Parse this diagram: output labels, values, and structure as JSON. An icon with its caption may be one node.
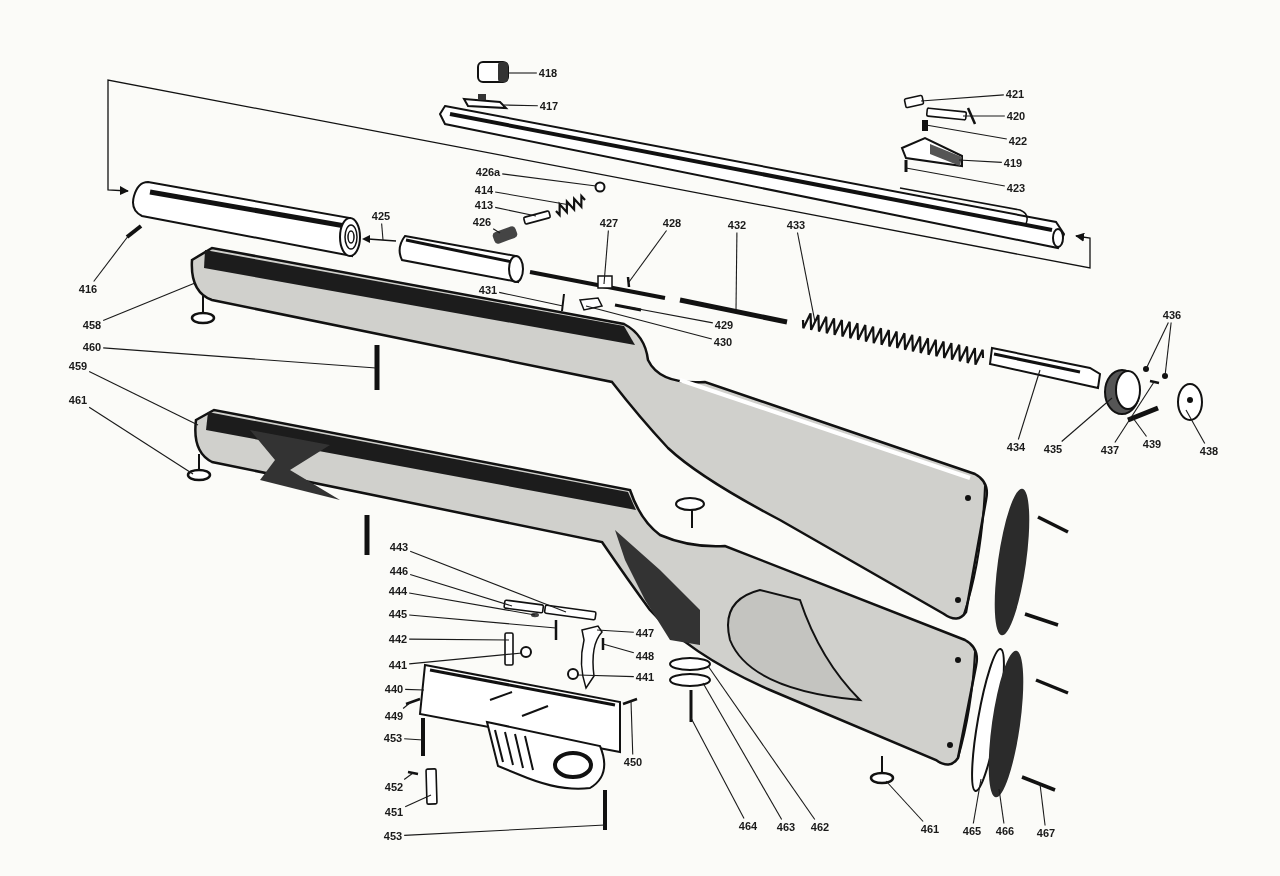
{
  "diagram": {
    "nodes": [
      {
        "text": [
          "418"
        ]
      },
      {
        "text": [
          "417"
        ]
      },
      {
        "text": [
          "421"
        ]
      },
      {
        "text": [
          "420"
        ]
      },
      {
        "text": [
          "422"
        ]
      },
      {
        "text": [
          "419"
        ]
      },
      {
        "text": [
          "426a"
        ]
      },
      {
        "text": [
          "423"
        ]
      },
      {
        "text": [
          "414"
        ]
      },
      {
        "text": [
          "413"
        ]
      },
      {
        "text": [
          "425"
        ]
      },
      {
        "text": [
          "426"
        ]
      },
      {
        "text": [
          "427"
        ]
      },
      {
        "text": [
          "428"
        ]
      },
      {
        "text": [
          "432"
        ]
      },
      {
        "text": [
          "433"
        ]
      },
      {
        "text": [
          "416"
        ]
      },
      {
        "text": [
          "431"
        ]
      },
      {
        "text": [
          "436"
        ]
      },
      {
        "text": [
          "429"
        ]
      },
      {
        "text": [
          "458"
        ]
      },
      {
        "text": [
          "430"
        ]
      },
      {
        "text": [
          "460"
        ]
      },
      {
        "text": [
          "459"
        ]
      },
      {
        "text": [
          "461"
        ]
      },
      {
        "text": [
          "434"
        ]
      },
      {
        "text": [
          "435"
        ]
      },
      {
        "text": [
          "437"
        ]
      },
      {
        "text": [
          "439"
        ]
      },
      {
        "text": [
          "438"
        ]
      },
      {
        "text": [
          "443"
        ]
      },
      {
        "text": [
          "446"
        ]
      },
      {
        "text": [
          "444"
        ]
      },
      {
        "text": [
          "445"
        ]
      },
      {
        "text": [
          "447"
        ]
      },
      {
        "text": [
          "442"
        ]
      },
      {
        "text": [
          "448"
        ]
      },
      {
        "text": [
          "441"
        ]
      },
      {
        "text": [
          "441"
        ]
      },
      {
        "text": [
          "440"
        ]
      },
      {
        "text": [
          "449"
        ]
      },
      {
        "text": [
          "453"
        ]
      },
      {
        "text": [
          "450"
        ]
      },
      {
        "text": [
          "452"
        ]
      },
      {
        "text": [
          "451"
        ]
      },
      {
        "text": [
          "464"
        ]
      },
      {
        "text": [
          "463"
        ]
      },
      {
        "text": [
          "462"
        ]
      },
      {
        "text": [
          "461"
        ]
      },
      {
        "text": [
          "465"
        ]
      },
      {
        "text": [
          "466"
        ]
      },
      {
        "text": [
          "467"
        ]
      },
      {
        "text": [
          "453"
        ]
      },
      {
        "text": [],
        "shape": "circle"
      },
      {
        "text": [],
        "shape": "cylinder"
      },
      {
        "text": [],
        "shape": "bar"
      },
      {
        "text": [],
        "shape": "bar"
      },
      {
        "text": [],
        "shape": "picture"
      },
      {
        "text": [],
        "shape": "picture"
      },
      {
        "text": [],
        "shape": "box"
      },
      {
        "text": [],
        "shape": "box"
      },
      {
        "text": [],
        "shape": "bar"
      },
      {
        "text": [],
        "shape": "picture"
      },
      {
        "text": [],
        "shape": "bar"
      },
      {
        "text": [],
        "shape": "box"
      },
      {
        "text": [],
        "shape": "picture"
      },
      {
        "text": [],
        "shape": "picture"
      },
      {
        "text": [],
        "shape": "picture"
      },
      {
        "text": [],
        "shape": "bar"
      },
      {
        "text": [],
        "shape": "picture"
      },
      {
        "text": [],
        "shape": "bar"
      },
      {
        "text": [],
        "shape": "bar"
      },
      {
        "text": [],
        "shape": "circle"
      },
      {
        "text": [],
        "shape": "circle"
      },
      {
        "text": [],
        "shape": "picture"
      },
      {
        "text": [],
        "shape": "bar"
      },
      {
        "text": [],
        "shape": "picture"
      },
      {
        "text": [],
        "shape": "bar"
      },
      {
        "text": [],
        "shape": "picture"
      },
      {
        "text": [],
        "shape": "picture"
      },
      {
        "text": [],
        "shape": "picture"
      },
      {
        "text": [],
        "shape": "picture"
      },
      {
        "text": [],
        "shape": "bar"
      },
      {
        "text": [],
        "shape": "bar"
      },
      {
        "text": [],
        "shape": "picture"
      },
      {
        "text": [],
        "shape": "box"
      },
      {
        "text": [],
        "shape": "box"
      },
      {
        "text": [],
        "shape": "circle"
      },
      {
        "text": [],
        "shape": "bar"
      },
      {
        "text": [],
        "shape": "picture"
      },
      {
        "text": [],
        "shape": "box"
      },
      {
        "text": [],
        "shape": "bar"
      },
      {
        "text": [],
        "shape": "circle"
      },
      {
        "text": [],
        "shape": "circle"
      },
      {
        "text": [],
        "shape": "picture"
      },
      {
        "text": [],
        "shape": "bar"
      },
      {
        "text": [],
        "shape": "bar"
      },
      {
        "text": [],
        "shape": "bar"
      },
      {
        "text": [],
        "shape": "box"
      },
      {
        "text": [],
        "shape": "bar"
      },
      {
        "text": [],
        "shape": "circle"
      },
      {
        "text": [],
        "shape": "circle"
      },
      {
        "text": [],
        "shape": "picture"
      },
      {
        "text": [],
        "shape": "circle"
      },
      {
        "text": [],
        "shape": "circle"
      },
      {
        "text": [],
        "shape": "bar"
      },
      {
        "text": [],
        "shape": "bar"
      },
      {
        "text": [],
        "shape": "circle"
      },
      {
        "text": [],
        "shape": "bar"
      },
      {
        "text": [],
        "shape": "bar"
      },
      {
        "text": [],
        "shape": "bar"
      }
    ],
    "edges": [
      {
        "from": 0,
        "to": 57,
        "arrow": "none"
      },
      {
        "from": 1,
        "to": 58,
        "arrow": "none"
      },
      {
        "from": 2,
        "to": 59,
        "arrow": "none"
      },
      {
        "from": 3,
        "to": 60,
        "arrow": "none"
      },
      {
        "from": 4,
        "to": 61,
        "arrow": "none"
      },
      {
        "from": 5,
        "to": 62,
        "arrow": "none"
      },
      {
        "from": 6,
        "to": 53,
        "arrow": "none"
      },
      {
        "from": 7,
        "to": 63,
        "arrow": "none"
      },
      {
        "from": 8,
        "to": 65,
        "arrow": "none"
      },
      {
        "from": 9,
        "to": 64,
        "arrow": "none"
      },
      {
        "from": 10,
        "to": 66,
        "arrow": "none"
      },
      {
        "from": 11,
        "to": 54,
        "arrow": "none"
      },
      {
        "from": 12,
        "to": 67,
        "arrow": "none"
      },
      {
        "from": 13,
        "to": 68,
        "arrow": "none"
      },
      {
        "from": 14,
        "to": 55,
        "arrow": "none"
      },
      {
        "from": 15,
        "to": 69,
        "arrow": "none"
      },
      {
        "from": 16,
        "to": 70,
        "arrow": "none"
      },
      {
        "from": 17,
        "to": 71,
        "arrow": "none"
      },
      {
        "from": 18,
        "to": 72,
        "arrow": "none"
      },
      {
        "from": 18,
        "to": 73,
        "arrow": "none"
      },
      {
        "from": 19,
        "to": 75,
        "arrow": "none"
      },
      {
        "from": 20,
        "to": 76,
        "arrow": "none"
      },
      {
        "from": 21,
        "to": 74,
        "arrow": "none"
      },
      {
        "from": 22,
        "to": 77,
        "arrow": "none"
      },
      {
        "from": 23,
        "to": 78,
        "arrow": "none"
      },
      {
        "from": 24,
        "to": 79,
        "arrow": "none"
      },
      {
        "from": 25,
        "to": 80,
        "arrow": "none"
      },
      {
        "from": 26,
        "to": 81,
        "arrow": "none"
      },
      {
        "from": 27,
        "to": 82,
        "arrow": "none"
      },
      {
        "from": 28,
        "to": 83,
        "arrow": "none"
      },
      {
        "from": 29,
        "to": 84,
        "arrow": "none"
      },
      {
        "from": 30,
        "to": 85,
        "arrow": "none"
      },
      {
        "from": 31,
        "to": 86,
        "arrow": "none"
      },
      {
        "from": 32,
        "to": 87,
        "arrow": "none"
      },
      {
        "from": 33,
        "to": 88,
        "arrow": "none"
      },
      {
        "from": 34,
        "to": 89,
        "arrow": "none"
      },
      {
        "from": 35,
        "to": 90,
        "arrow": "none"
      },
      {
        "from": 36,
        "to": 91,
        "arrow": "none"
      },
      {
        "from": 37,
        "to": 92,
        "arrow": "none"
      },
      {
        "from": 38,
        "to": 93,
        "arrow": "none"
      },
      {
        "from": 39,
        "to": 94,
        "arrow": "none"
      },
      {
        "from": 40,
        "to": 56,
        "arrow": "none"
      },
      {
        "from": 41,
        "to": 95,
        "arrow": "none"
      },
      {
        "from": 42,
        "to": 96,
        "arrow": "none"
      },
      {
        "from": 43,
        "to": 97,
        "arrow": "none"
      },
      {
        "from": 44,
        "to": 98,
        "arrow": "none"
      },
      {
        "from": 45,
        "to": 99,
        "arrow": "none"
      },
      {
        "from": 46,
        "to": 100,
        "arrow": "none"
      },
      {
        "from": 47,
        "to": 101,
        "arrow": "none"
      },
      {
        "from": 48,
        "to": 102,
        "arrow": "none"
      },
      {
        "from": 49,
        "to": 103,
        "arrow": "none"
      },
      {
        "from": 50,
        "to": 104,
        "arrow": "none"
      },
      {
        "from": 51,
        "to": 105,
        "arrow": "none"
      },
      {
        "from": 52,
        "to": 106,
        "arrow": "none"
      }
    ]
  }
}
